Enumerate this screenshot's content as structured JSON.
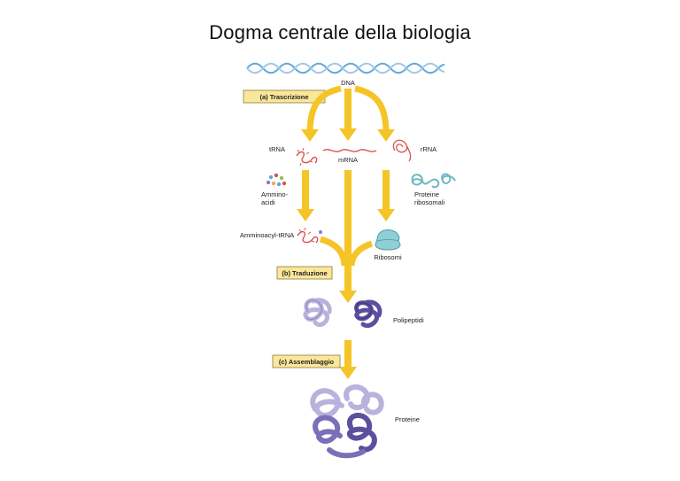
{
  "title": "Dogma centrale della biologia",
  "labels": {
    "dna": "DNA",
    "trna": "tRNA",
    "mrna": "mRNA",
    "rrna": "rRNA",
    "amminoacidi_line1": "Ammino-",
    "amminoacidi_line2": "acidi",
    "proteine_ribosomali_line1": "Proteine",
    "proteine_ribosomali_line2": "ribosomali",
    "amminoacyl_trna": "Amminoacyl-tRNA",
    "ribosomi": "Ribosomi",
    "polipeptidi": "Polipeptidi",
    "proteine": "Proteine"
  },
  "stages": {
    "trascrizione": "(a) Trascrizione",
    "traduzione": "(b) Traduzione",
    "assemblaggio": "(c) Assemblaggio"
  },
  "colors": {
    "arrow": "#f5c427",
    "arrow_stroke": "#d9a716",
    "stage_box": "#fbe79a",
    "stage_box_stroke": "#8a7a3a",
    "dna_strand": "#5fa8d6",
    "rna_red": "#d9534f",
    "ribosome": "#8fcfd6",
    "protein_light": "#b8b3dc",
    "protein_dark": "#5b4f9e"
  }
}
